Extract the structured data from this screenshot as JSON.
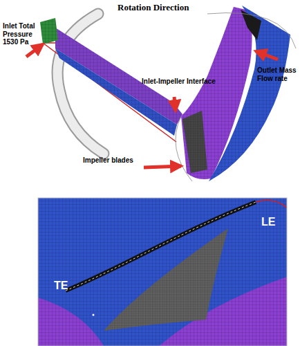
{
  "diagram": {
    "labels": [
      "Inlet Total Pressure 1530 Pa",
      "Rotation Direction",
      "Inlet-Impeller Interface",
      "Outlet Mass Flow rate",
      "Impeller blades",
      "LE",
      "TE"
    ]
  }
}
